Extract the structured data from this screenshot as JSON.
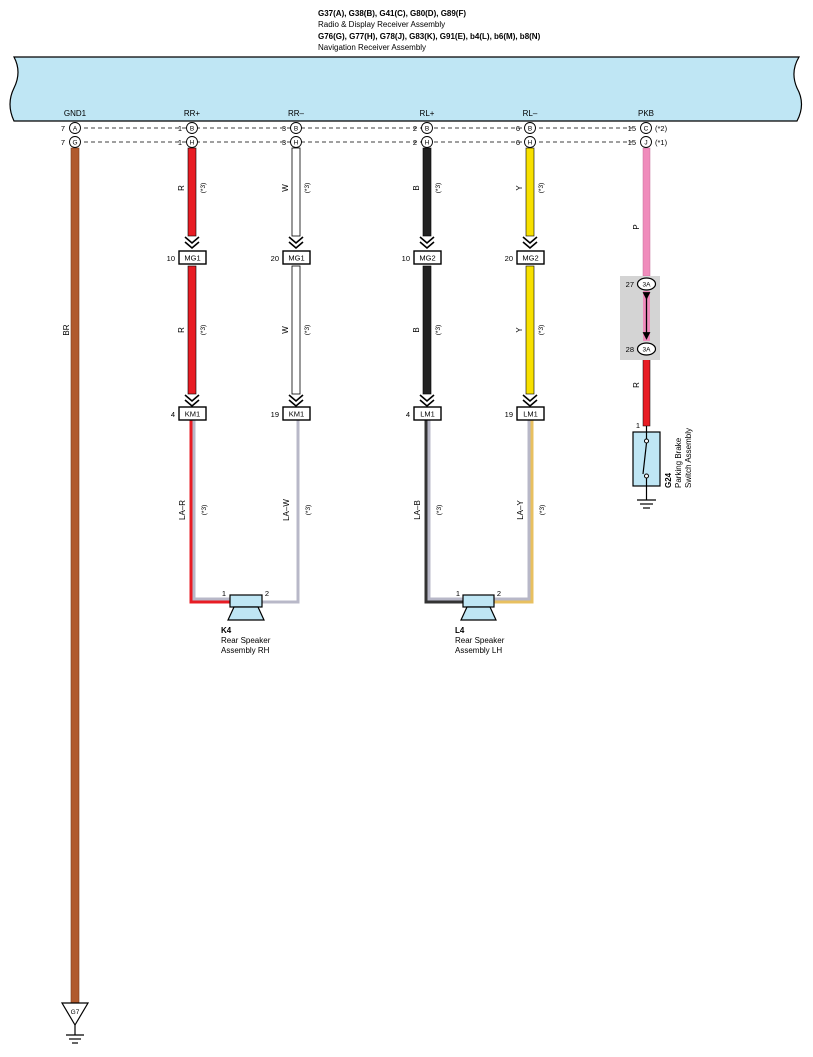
{
  "receiver": {
    "line1": "G37(A), G38(B), G41(C), G80(D), G89(F)",
    "line2": "Radio & Display Receiver Assembly",
    "line3": "G76(G), G77(H), G78(J), G83(K), G91(E), b4(L), b6(M), b8(N)",
    "line4": "Navigation Receiver Assembly"
  },
  "terminals": [
    {
      "id": "gnd1",
      "name": "GND1",
      "pins": [
        {
          "num": "7",
          "letter": "A",
          "note": ""
        },
        {
          "num": "7",
          "letter": "G",
          "note": ""
        }
      ]
    },
    {
      "id": "rrp",
      "name": "RR+",
      "pins": [
        {
          "num": "1",
          "letter": "B",
          "note": ""
        },
        {
          "num": "1",
          "letter": "H",
          "note": ""
        }
      ]
    },
    {
      "id": "rrm",
      "name": "RR–",
      "pins": [
        {
          "num": "3",
          "letter": "B",
          "note": ""
        },
        {
          "num": "3",
          "letter": "H",
          "note": ""
        }
      ]
    },
    {
      "id": "rlp",
      "name": "RL+",
      "pins": [
        {
          "num": "2",
          "letter": "B",
          "note": ""
        },
        {
          "num": "2",
          "letter": "H",
          "note": ""
        }
      ]
    },
    {
      "id": "rlm",
      "name": "RL–",
      "pins": [
        {
          "num": "6",
          "letter": "B",
          "note": ""
        },
        {
          "num": "6",
          "letter": "H",
          "note": ""
        }
      ]
    },
    {
      "id": "pkb",
      "name": "PKB",
      "pins": [
        {
          "num": "15",
          "letter": "C",
          "note": "(*2)"
        },
        {
          "num": "15",
          "letter": "J",
          "note": "(*1)"
        }
      ]
    }
  ],
  "wires": {
    "gnd1": {
      "color_code": "BR",
      "hex": "#b05a2e"
    },
    "rrp_upper": {
      "color_code": "R",
      "note": "(*3)",
      "hex": "#e81c24"
    },
    "rrp_lower": {
      "color_code": "R",
      "note": "(*3)",
      "hex": "#e81c24"
    },
    "rrm_upper": {
      "color_code": "W",
      "note": "(*3)",
      "hex": "#ffffff"
    },
    "rrm_lower": {
      "color_code": "W",
      "note": "(*3)",
      "hex": "#ffffff"
    },
    "rlp_upper": {
      "color_code": "B",
      "note": "(*3)",
      "hex": "#222222"
    },
    "rlp_lower": {
      "color_code": "B",
      "note": "(*3)",
      "hex": "#222222"
    },
    "rlm_upper": {
      "color_code": "Y",
      "note": "(*3)",
      "hex": "#f7e000"
    },
    "rlm_lower": {
      "color_code": "Y",
      "note": "(*3)",
      "hex": "#f7e000"
    },
    "pkb_upper": {
      "color_code": "P",
      "hex": "#f08cbc"
    },
    "pkb_lower": {
      "color_code": "R",
      "hex": "#e81c24"
    },
    "k4_pin1": {
      "color_code": "LA–R",
      "note": "(*3)"
    },
    "k4_pin2": {
      "color_code": "LA–W",
      "note": "(*3)"
    },
    "l4_pin1": {
      "color_code": "LA–B",
      "note": "(*3)"
    },
    "l4_pin2": {
      "color_code": "LA–Y",
      "note": "(*3)"
    }
  },
  "connectors": {
    "mg1_a": {
      "label": "MG1",
      "pin": "10"
    },
    "mg1_b": {
      "label": "MG1",
      "pin": "20"
    },
    "mg2_a": {
      "label": "MG2",
      "pin": "10"
    },
    "mg2_b": {
      "label": "MG2",
      "pin": "20"
    },
    "km1_a": {
      "label": "KM1",
      "pin": "4"
    },
    "km1_b": {
      "label": "KM1",
      "pin": "19"
    },
    "lm1_a": {
      "label": "LM1",
      "pin": "4"
    },
    "lm1_b": {
      "label": "LM1",
      "pin": "19"
    },
    "j3a_top": {
      "label": "3A",
      "pin": "27"
    },
    "j3a_bottom": {
      "label": "3A",
      "pin": "28"
    }
  },
  "speakers": {
    "k4": {
      "code": "K4",
      "name_line1": "Rear Speaker",
      "name_line2": "Assembly RH",
      "pin1": "1",
      "pin2": "2"
    },
    "l4": {
      "code": "L4",
      "name_line1": "Rear Speaker",
      "name_line2": "Assembly LH",
      "pin1": "1",
      "pin2": "2"
    }
  },
  "switch": {
    "code": "G24",
    "name_line1": "Parking Brake",
    "name_line2": "Switch Assembly",
    "pin": "1"
  },
  "ground": {
    "label": "G7"
  },
  "colors": {
    "receiver_fill": "#bfe6f4",
    "junction_fill": "#d4d4d4",
    "speaker_fill": "#bfe6f4",
    "outline": "#000000"
  }
}
